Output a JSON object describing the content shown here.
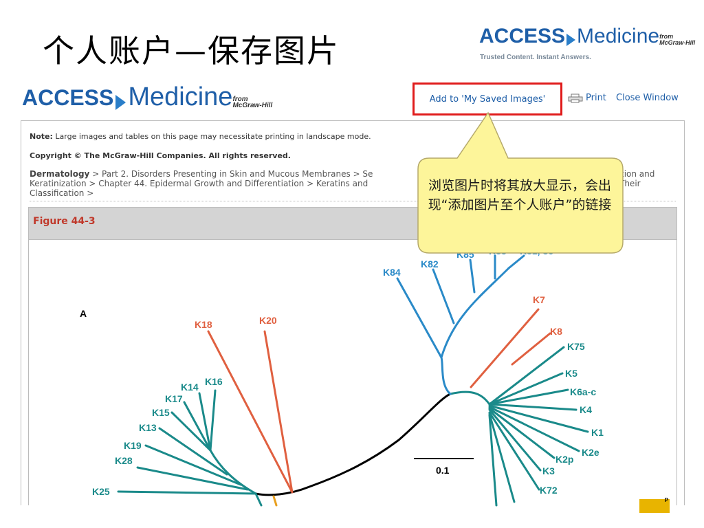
{
  "slide": {
    "title": "个人账户—保存图片"
  },
  "logo": {
    "access": "ACCESS",
    "medicine": "Medicine",
    "from_line1": "from",
    "from_line2": "McGraw-Hill",
    "tagline": "Trusted Content. Instant Answers."
  },
  "toolbar": {
    "save_label": "Add to 'My Saved Images'",
    "print_label": "Print",
    "close_label": "Close Window"
  },
  "content": {
    "note_label": "Note:",
    "note_text": " Large images and tables on this page may necessitate printing in landscape mode.",
    "copyright": "Copyright © The McGraw-Hill Companies.  All rights reserved.",
    "breadcrumb_book": "Dermatology",
    "breadcrumb_rest": " > Part 2. Disorders Presenting in Skin and Mucous Membranes > Se",
    "breadcrumb_rest_tail": "tion and",
    "breadcrumb_line2": "Keratinization  > Chapter 44. Epidermal Growth and Differentiation > Keratins and",
    "breadcrumb_line2_tail": "Their",
    "breadcrumb_line3": "Classification >",
    "figure_title": "Figure 44-3"
  },
  "figure": {
    "panel_label": "A",
    "scale_label": "0.1",
    "labels": {
      "k84": "K84",
      "k82": "K82",
      "k85": "K85",
      "k83": "K83",
      "k81": "K81, 86",
      "k7": "K7",
      "k8": "K8",
      "k75": "K75",
      "k5": "K5",
      "k6": "K6a-c",
      "k4": "K4",
      "k1": "K1",
      "k2e": "K2e",
      "k2p": "K2p",
      "k3": "K3",
      "k72": "K72",
      "k18": "K18",
      "k20": "K20",
      "k14": "K14",
      "k16": "K16",
      "k17": "K17",
      "k15": "K15",
      "k13": "K13",
      "k19": "K19",
      "k28": "K28",
      "k25": "K25"
    },
    "colors": {
      "type1": "#1a8a8a",
      "type2": "#2a8ac8",
      "simple": "#e06040",
      "trunk": "#000000"
    }
  },
  "callout": {
    "text": "浏览图片时将其放大显示，会出现“添加图片至个人账户”的链接"
  }
}
